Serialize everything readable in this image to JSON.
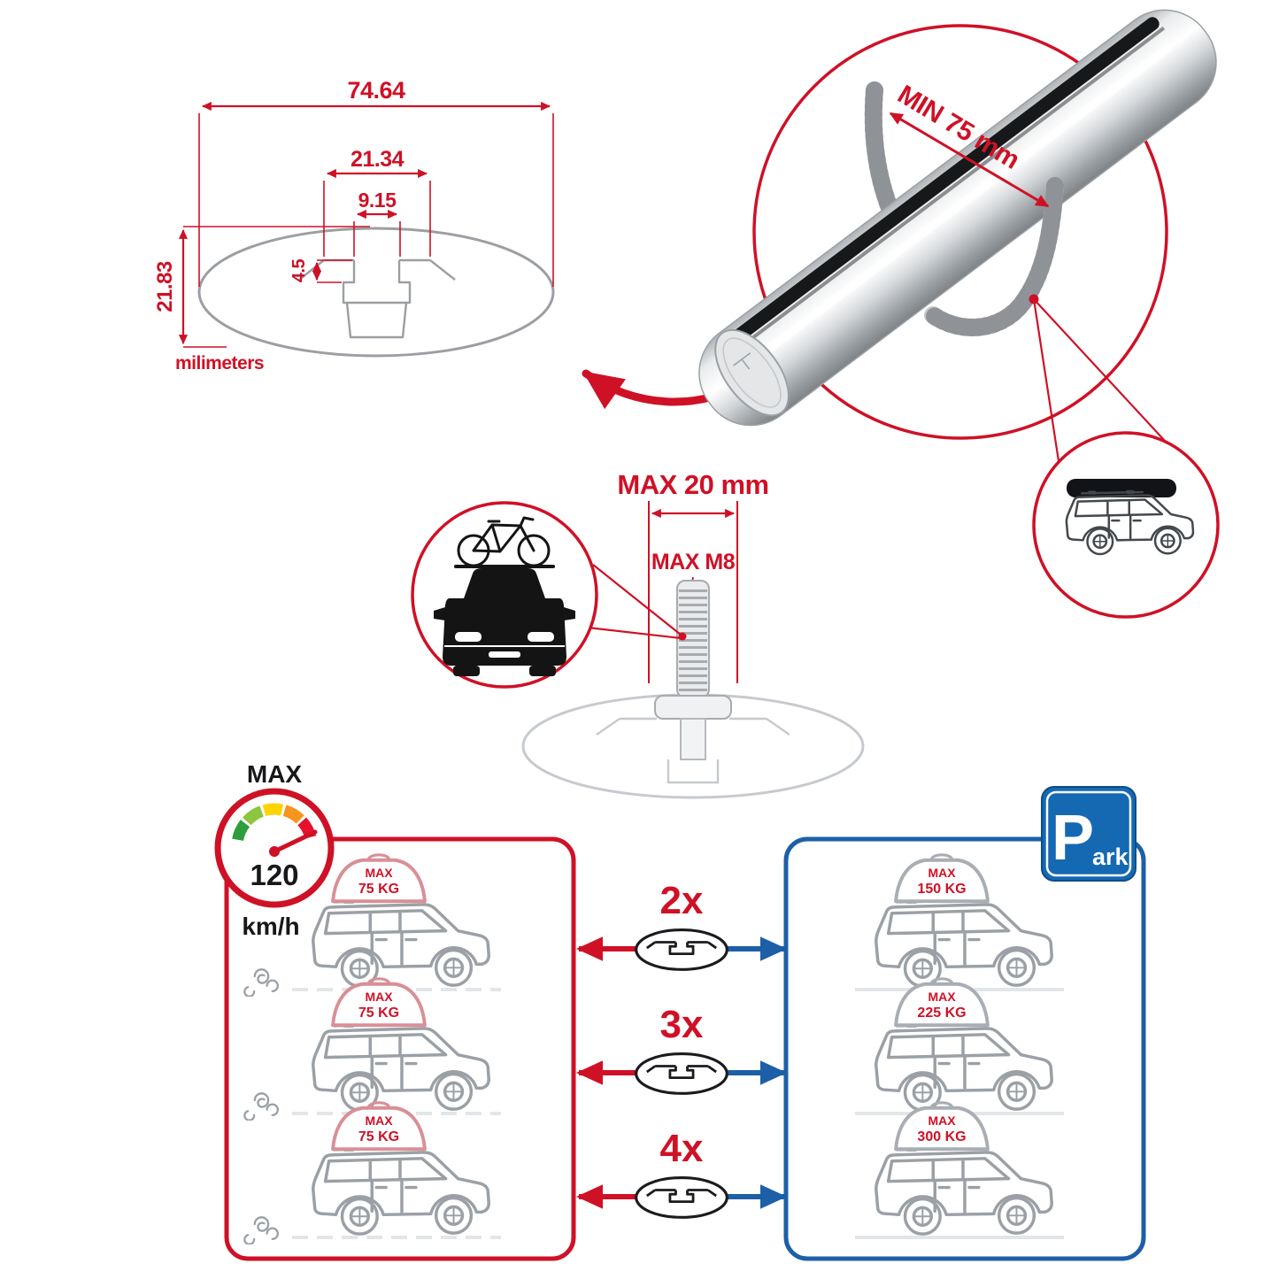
{
  "page": {
    "title": "Roof rack cross bar specification infographic",
    "background": "#ffffff"
  },
  "colors": {
    "red": "#cf1126",
    "blue": "#1d5fa7",
    "sign_blue": "#1569b3",
    "steel": "#9b9fa3",
    "black": "#17181a"
  },
  "cross_section": {
    "overall_width_mm": "74.64",
    "channel_width_mm": "21.34",
    "slot_width_mm": "9.15",
    "lip_depth_mm": "4.5",
    "profile_height_mm": "21.83",
    "units_label": "milimeters"
  },
  "clamp_detail": {
    "min_clearance_label": "MIN 75 mm"
  },
  "bolt_detail": {
    "max_length_label": "MAX 20 mm",
    "max_thread_label": "MAX M8"
  },
  "speed_gauge": {
    "max_label": "MAX",
    "speed_value": "120",
    "speed_unit": "km/h"
  },
  "park_sign": {
    "letter": "P",
    "suffix": "ark"
  },
  "load_rows": [
    {
      "count_label": "2x",
      "driving_max": "MAX",
      "driving_load": "75 KG",
      "parked_max": "MAX",
      "parked_load": "150 KG"
    },
    {
      "count_label": "3x",
      "driving_max": "MAX",
      "driving_load": "75 KG",
      "parked_max": "MAX",
      "parked_load": "225 KG"
    },
    {
      "count_label": "4x",
      "driving_max": "MAX",
      "driving_load": "75 KG",
      "parked_max": "MAX",
      "parked_load": "300 KG"
    }
  ]
}
